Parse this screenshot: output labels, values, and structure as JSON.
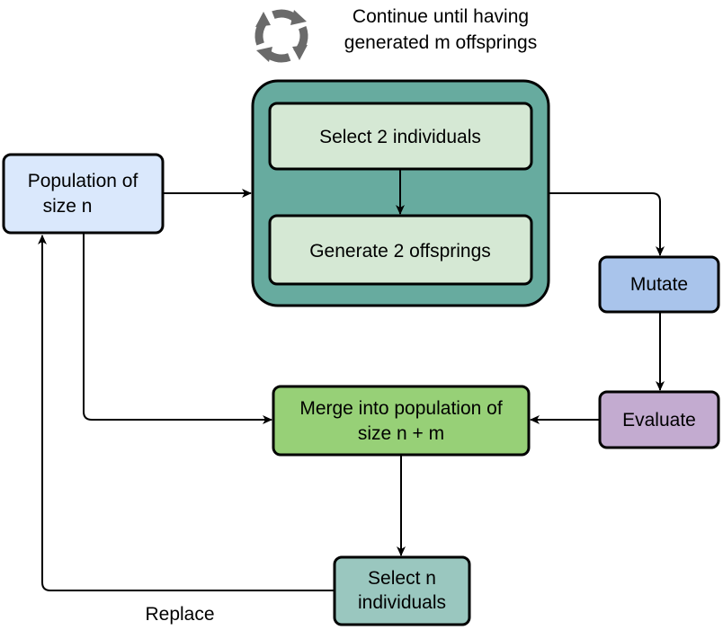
{
  "loop_note": {
    "line1": "Continue until having",
    "line2": "generated m offsprings"
  },
  "nodes": {
    "population": {
      "line1": "Population of",
      "line2": "size n",
      "color": "#dae8fc"
    },
    "loop_group": {
      "color": "#67ab9f"
    },
    "select_two": {
      "label": "Select 2 individuals",
      "color": "#d5e8d4"
    },
    "generate_two": {
      "label": "Generate 2 offsprings",
      "color": "#d5e8d4"
    },
    "mutate": {
      "label": "Mutate",
      "color": "#a9c4eb"
    },
    "evaluate": {
      "label": "Evaluate",
      "color": "#c3abd0"
    },
    "merge": {
      "line1": "Merge into population of",
      "line2": "size n + m",
      "color": "#97d077"
    },
    "select_n": {
      "line1": "Select n",
      "line2": "individuals",
      "color": "#9ac7bf"
    }
  },
  "edges": {
    "replace_label": "Replace"
  },
  "icons": {
    "loop": "refresh-cycle-icon"
  }
}
